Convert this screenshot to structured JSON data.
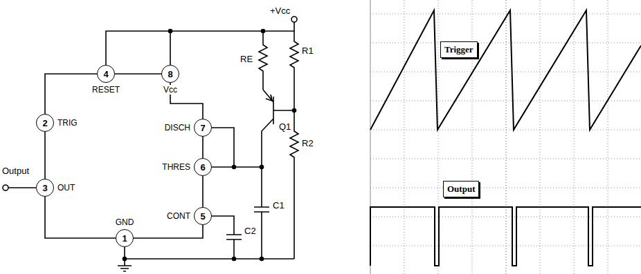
{
  "diagram": {
    "nodes": [
      {
        "text": [
          "4",
          "RESET"
        ]
      },
      {
        "text": [
          "8",
          "Vcc"
        ]
      },
      {
        "text": [
          "2",
          "TRIG"
        ]
      },
      {
        "text": [
          "7",
          "DISCH"
        ]
      },
      {
        "text": [
          "6",
          "THRES"
        ]
      },
      {
        "text": [
          "3",
          "OUT"
        ]
      },
      {
        "text": [
          "5",
          "CONT"
        ]
      },
      {
        "text": [
          "1",
          "GND"
        ]
      },
      {
        "text": [
          "Trigger"
        ]
      },
      {
        "text": [
          "Output"
        ]
      }
    ],
    "edges": [
      {
        "from": 0,
        "to": 1,
        "arrow": "none"
      },
      {
        "from": 1,
        "to": 3,
        "arrow": "none"
      },
      {
        "from": 3,
        "to": 4,
        "arrow": "none"
      },
      {
        "from": 4,
        "to": 6,
        "arrow": "none"
      },
      {
        "from": 6,
        "to": 7,
        "arrow": "none"
      },
      {
        "from": 7,
        "to": 5,
        "arrow": "none"
      },
      {
        "from": 5,
        "to": 2,
        "arrow": "none"
      },
      {
        "from": 2,
        "to": 0,
        "arrow": "none"
      }
    ],
    "labels": [
      "+Vcc",
      "RE",
      "R1",
      "Q1",
      "R2",
      "C1",
      "C2",
      "Output"
    ]
  }
}
